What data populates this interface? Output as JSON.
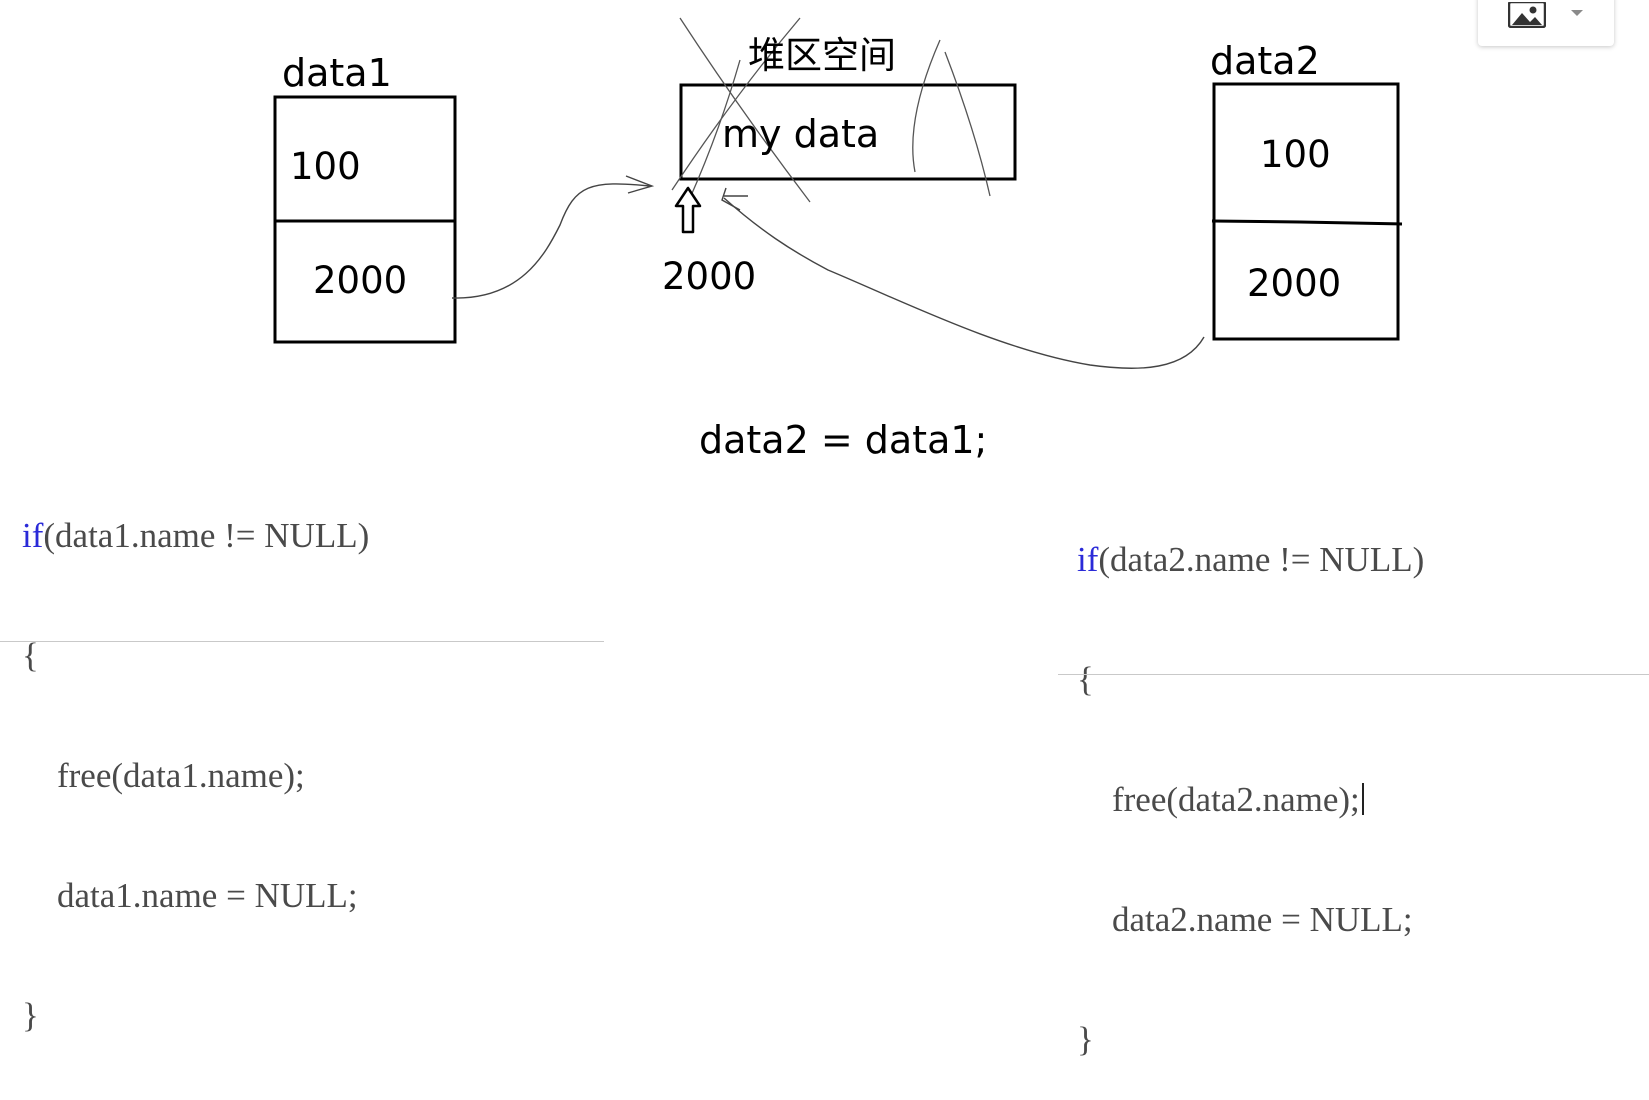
{
  "labels": {
    "data1": "data1",
    "data2": "data2",
    "heap": "堆区空间",
    "my_data": "my data",
    "data1_top": "100",
    "data1_bottom": "2000",
    "data2_top": "100",
    "data2_bottom": "2000",
    "address": "2000",
    "assignment": "data2 = data1;"
  },
  "code_left": {
    "kw": "if",
    "line1": "(data1.name != NULL)",
    "line2": "{",
    "line3": "    free(data1.name);",
    "line4": "    data1.name = NULL;",
    "line5": "}"
  },
  "code_right": {
    "kw": "if",
    "line1": "(data2.name != NULL)",
    "line2": "{",
    "line3": "    free(data2.name);",
    "line4": "    data2.name = NULL;",
    "line5": "}"
  },
  "toolbar": {
    "image_icon": "image-icon",
    "dropdown_icon": "chevron-down-icon"
  }
}
